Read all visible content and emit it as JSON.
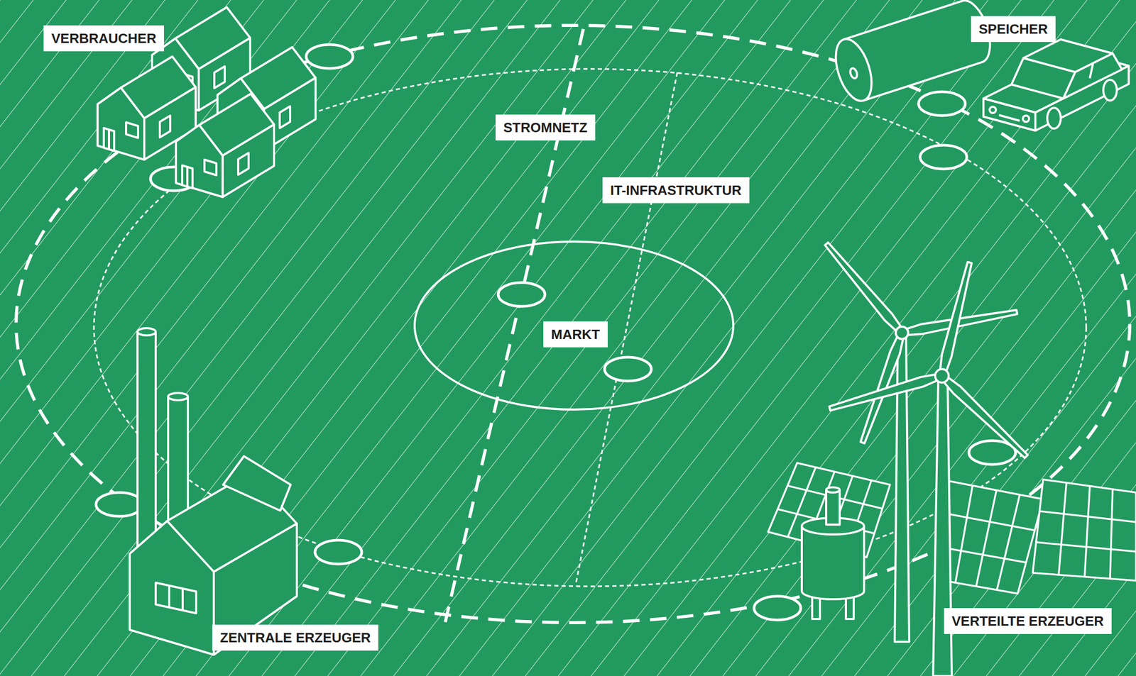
{
  "diagram": {
    "nodes": [
      {
        "text": [
          "VERBRAUCHER"
        ]
      },
      {
        "text": [
          "SPEICHER"
        ]
      },
      {
        "text": [
          "MARKT"
        ]
      },
      {
        "text": [
          "ZENTRALE ERZEUGER"
        ]
      },
      {
        "text": [
          "VERTEILTE ERZEUGER"
        ]
      }
    ],
    "labels": [
      "STROMNETZ",
      "IT-INFRASTRUKTUR"
    ]
  }
}
